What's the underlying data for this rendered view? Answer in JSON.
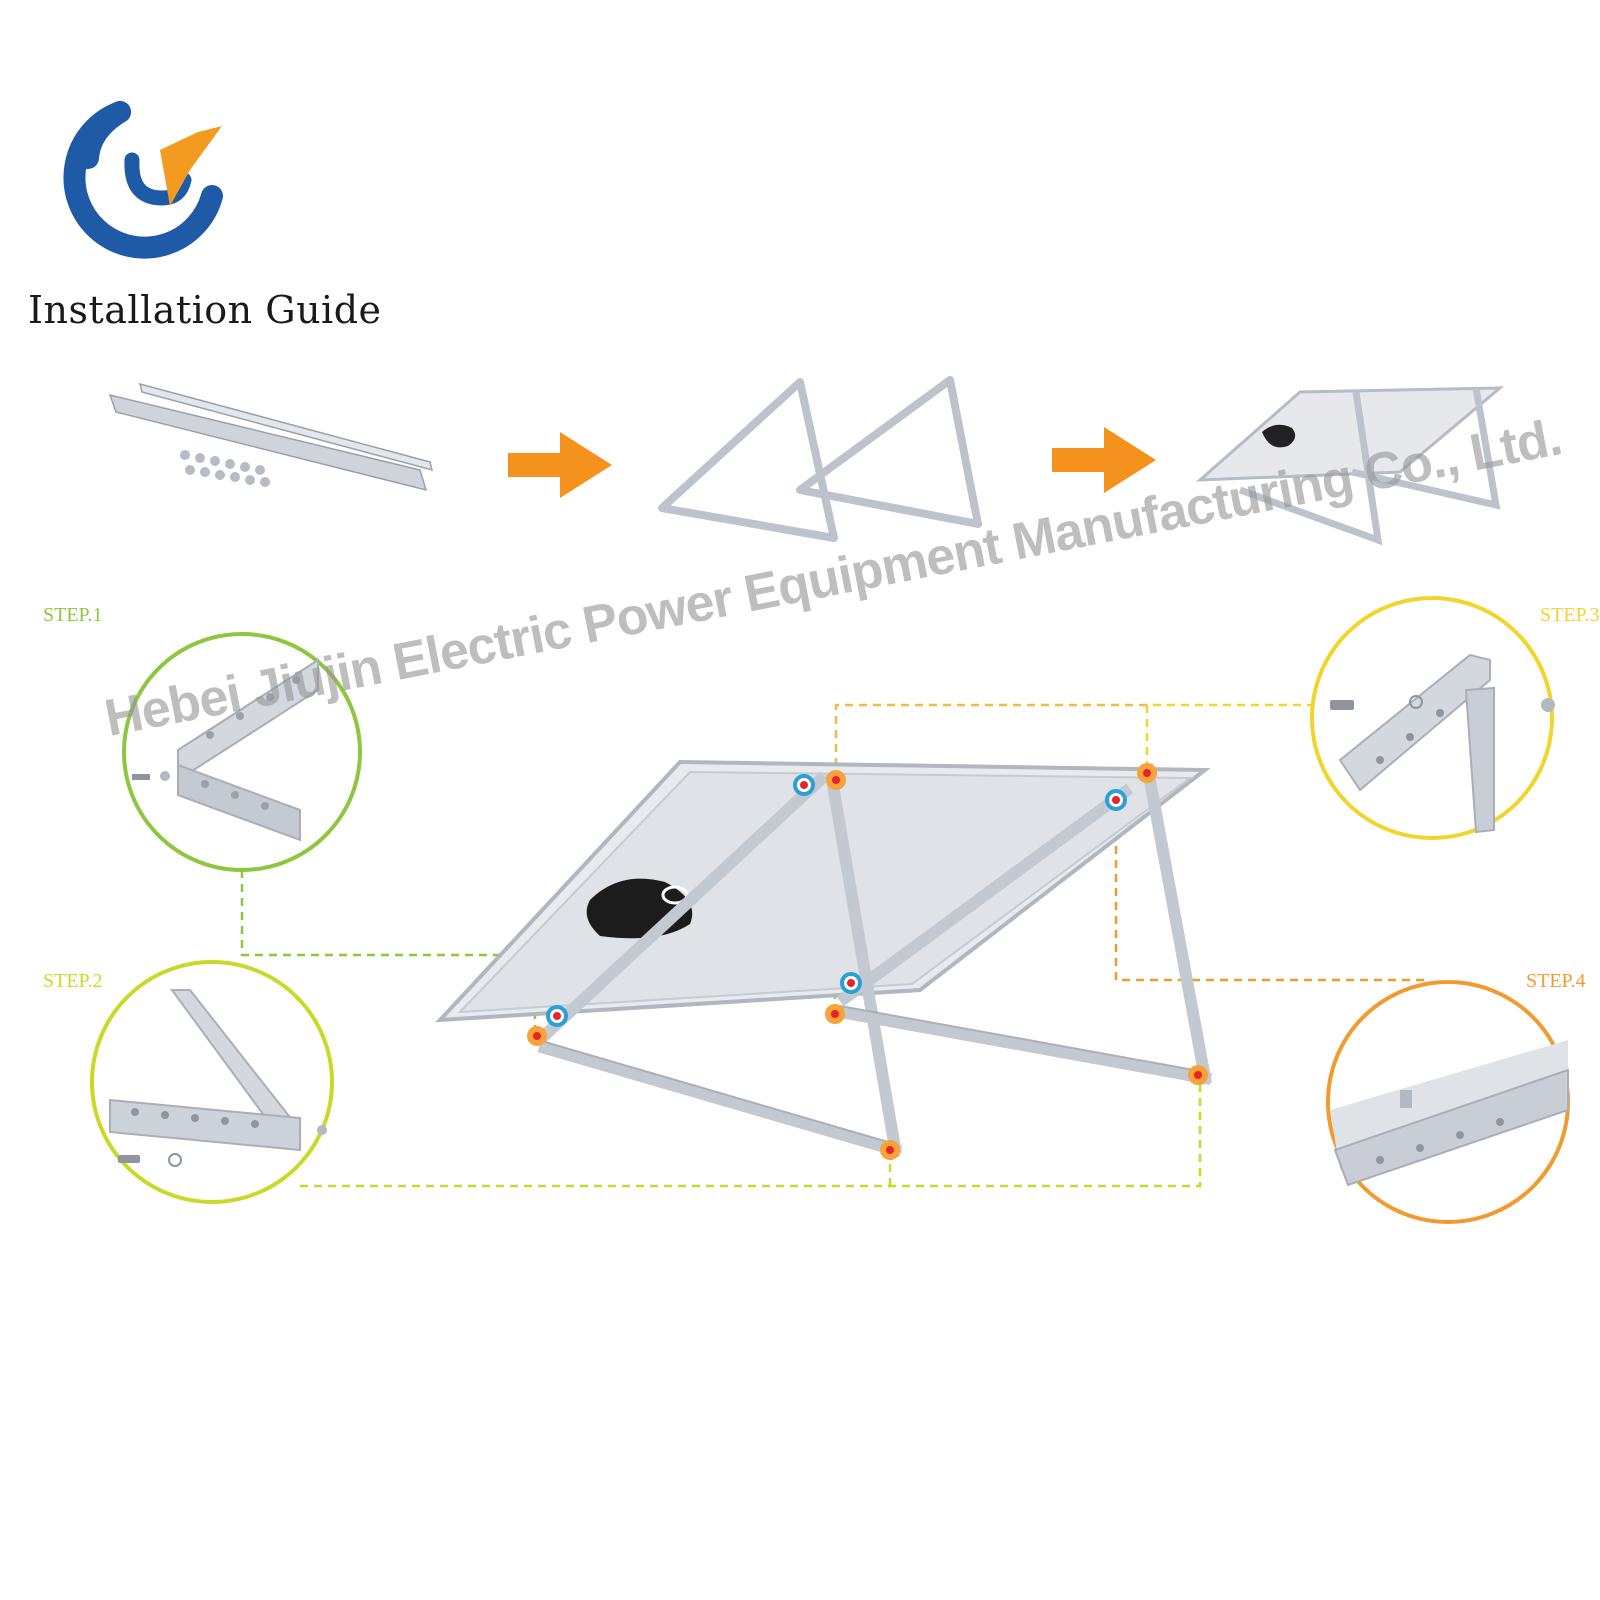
{
  "page": {
    "title": "Installation Guide"
  },
  "steps": [
    {
      "label": "STEP.1",
      "color": "#8dc63f"
    },
    {
      "label": "STEP.2",
      "color": "#c8d928"
    },
    {
      "label": "STEP.3",
      "color": "#f2d42a"
    },
    {
      "label": "STEP.4",
      "color": "#f29a2e"
    }
  ],
  "watermark": "Hebei Jiujin Electric Power Equipment Manufacturing Co., Ltd.",
  "colors": {
    "logo_blue": "#1f5aa6",
    "logo_orange": "#f39a21",
    "arrow_orange": "#f5921e",
    "rail_silver": "#c9ced6",
    "panel_gray": "#e6e8ec",
    "marker_red": "#e8232a",
    "marker_blue_ring": "#2a9fd8",
    "marker_orange_ring": "#f7a33a"
  },
  "icons": [
    "company-logo",
    "arrow-right-icon",
    "bolt-icon",
    "nut-icon"
  ]
}
